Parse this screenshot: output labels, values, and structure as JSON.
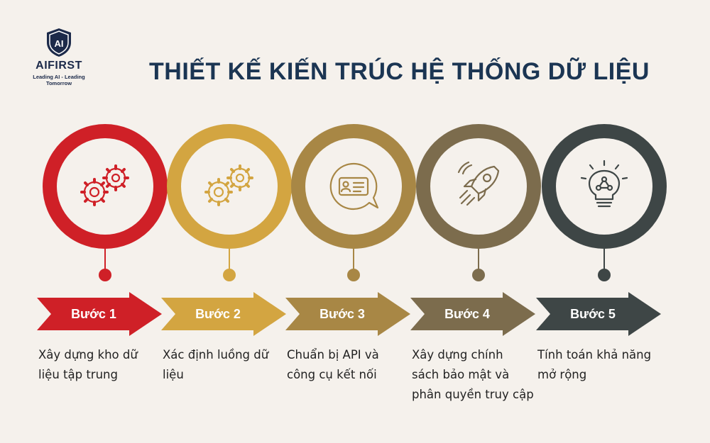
{
  "brand": {
    "name": "AIFIRST",
    "mark": "AI",
    "tagline": "Leading AI - Leading Tomorrow"
  },
  "title": "THIẾT KẾ KIẾN TRÚC HỆ THỐNG DỮ LIỆU",
  "steps": [
    {
      "label": "Bước 1",
      "text": "Xây dựng kho dữ liệu tập trung",
      "color": "#cf2027",
      "icon": "gears-icon"
    },
    {
      "label": "Bước 2",
      "text": "Xác định luồng dữ liệu",
      "color": "#d3a541",
      "icon": "gears-icon"
    },
    {
      "label": "Bước 3",
      "text": "Chuẩn bị API và công cụ kết nối",
      "color": "#a88745",
      "icon": "id-card-chat-icon"
    },
    {
      "label": "Bước 4",
      "text": "Xây dựng chính sách bảo mật và phân quyền truy cập",
      "color": "#7c6c4d",
      "icon": "rocket-icon"
    },
    {
      "label": "Bước 5",
      "text": "Tính toán khả năng mở rộng",
      "color": "#3e4646",
      "icon": "lightbulb-network-icon"
    }
  ]
}
